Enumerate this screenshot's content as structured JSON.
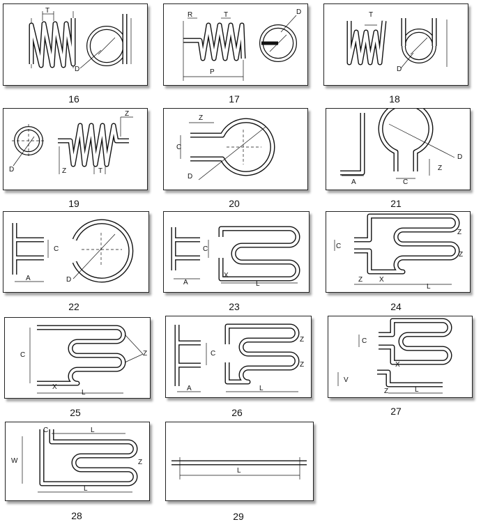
{
  "figures": [
    {
      "id": "16",
      "number": "16",
      "labels": [
        "T",
        "D"
      ]
    },
    {
      "id": "17",
      "number": "17",
      "labels": [
        "R",
        "T",
        "P",
        "D"
      ]
    },
    {
      "id": "18",
      "number": "18",
      "labels": [
        "T",
        "D"
      ]
    },
    {
      "id": "19",
      "number": "19",
      "labels": [
        "Z",
        "D",
        "Z",
        "T"
      ]
    },
    {
      "id": "20",
      "number": "20",
      "labels": [
        "Z",
        "C",
        "D"
      ]
    },
    {
      "id": "21",
      "number": "21",
      "labels": [
        "D",
        "Z",
        "A",
        "C"
      ]
    },
    {
      "id": "22",
      "number": "22",
      "labels": [
        "C",
        "A",
        "D"
      ]
    },
    {
      "id": "23",
      "number": "23",
      "labels": [
        "C",
        "A",
        "X",
        "L"
      ]
    },
    {
      "id": "24",
      "number": "24",
      "labels": [
        "C",
        "Z",
        "Z",
        "Z",
        "X",
        "L"
      ]
    },
    {
      "id": "25",
      "number": "25",
      "labels": [
        "C",
        "Z",
        "X",
        "L"
      ]
    },
    {
      "id": "26",
      "number": "26",
      "labels": [
        "C",
        "Z",
        "Z",
        "A",
        "L"
      ]
    },
    {
      "id": "27",
      "number": "27",
      "labels": [
        "C",
        "X",
        "V",
        "Z",
        "L"
      ]
    },
    {
      "id": "28",
      "number": "28",
      "labels": [
        "C",
        "L",
        "W",
        "Z",
        "L"
      ]
    },
    {
      "id": "29",
      "number": "29",
      "labels": [
        "L"
      ]
    }
  ]
}
